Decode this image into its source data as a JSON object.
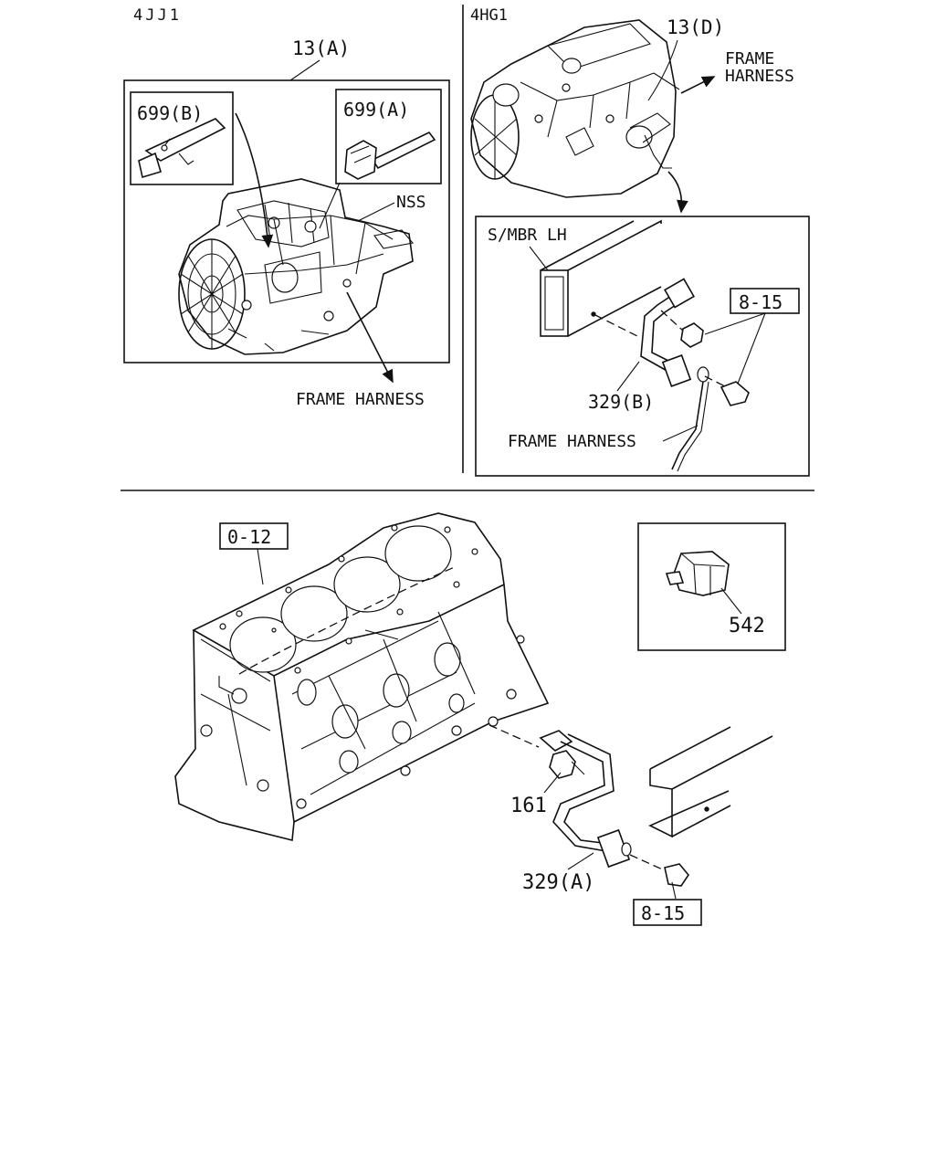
{
  "sections": {
    "engine_4jj1": {
      "model_label": "4JJ1",
      "harness_callout": "13(A)",
      "clip_b_label": "699(B)",
      "clip_a_label": "699(A)",
      "nss_label": "NSS",
      "frame_harness_label": "FRAME HARNESS"
    },
    "engine_4hg1": {
      "model_label": "4HG1",
      "harness_callout": "13(D)",
      "frame_harness_label_line1": "FRAME",
      "frame_harness_label_line2": "HARNESS",
      "member_label": "S/MBR LH",
      "bolt_ref": "8-15",
      "ground_cable_label": "329(B)",
      "frame_harness_detail_label": "FRAME HARNESS"
    },
    "cylinder_block": {
      "block_ref": "0-12",
      "clip_label": "542",
      "bolt_label": "161",
      "ground_cable_label": "329(A)",
      "bolt_ref": "8-15"
    }
  }
}
